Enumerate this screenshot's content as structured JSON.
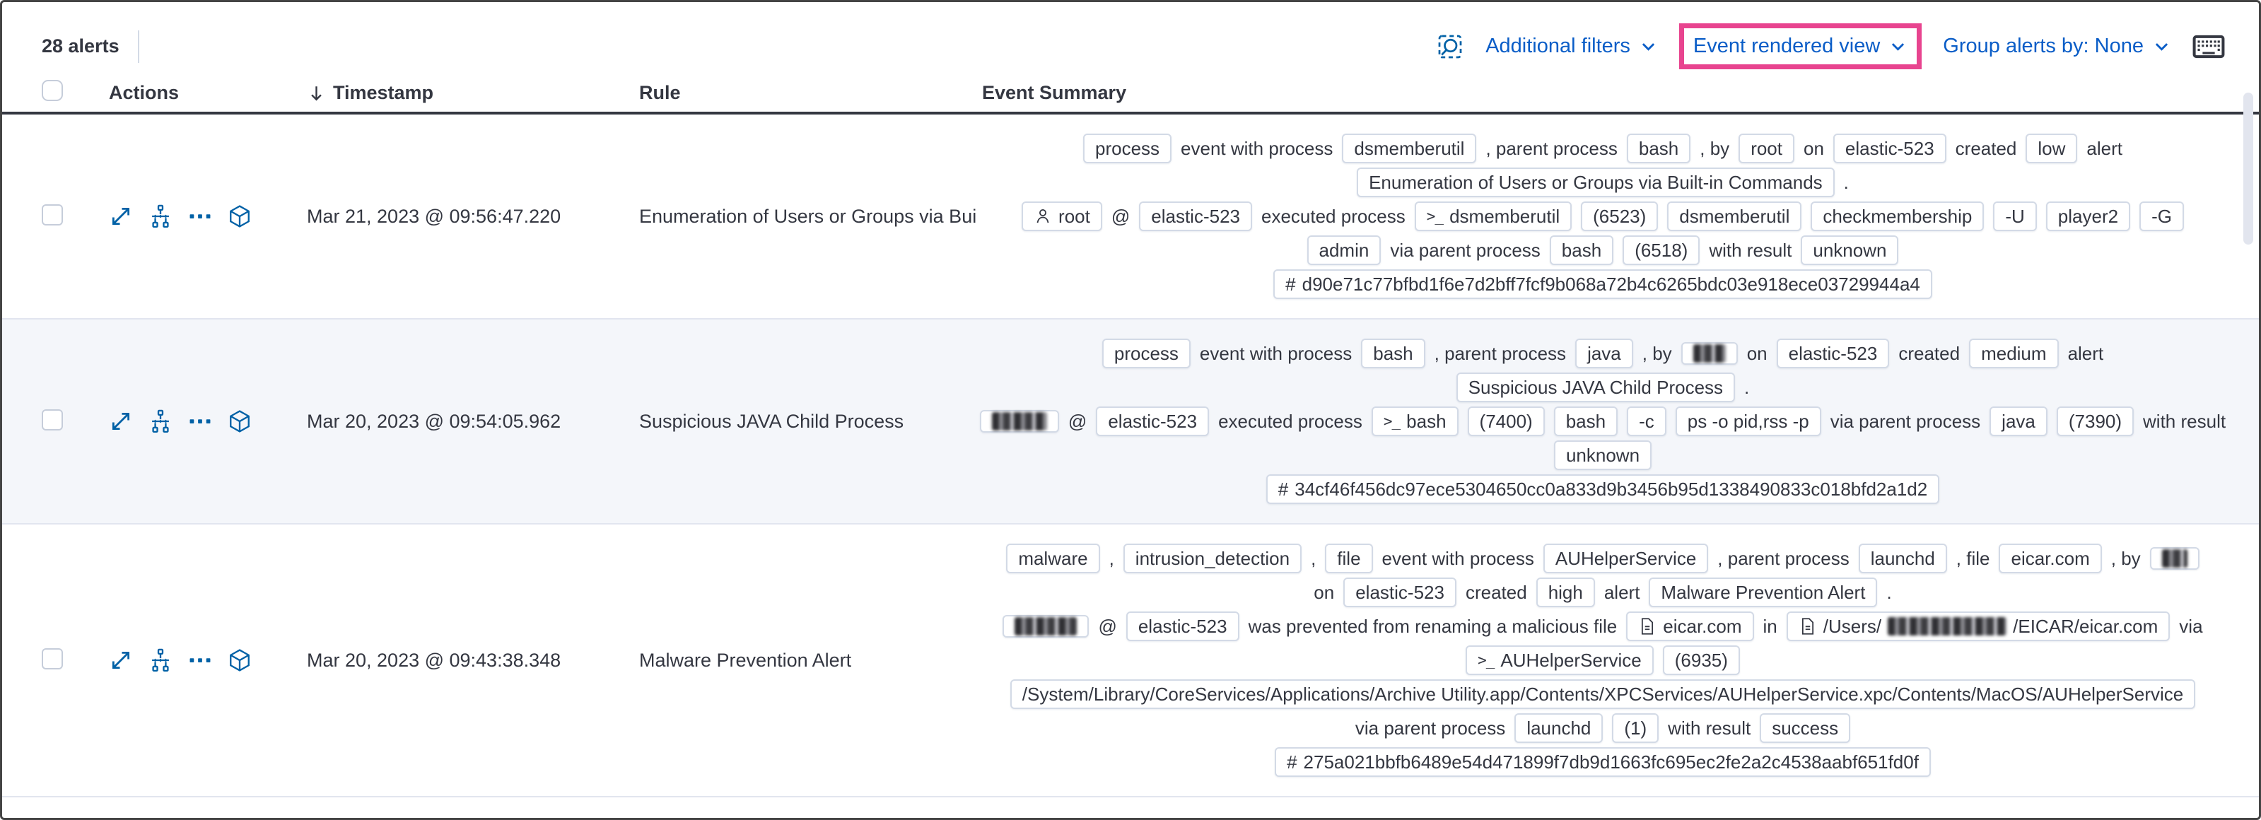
{
  "colors": {
    "link_blue": "#0a5dc7",
    "action_icon_blue": "#0061a6",
    "highlight_pink": "#e8448f",
    "header_rule": "#343741",
    "striped_row_bg": "#f4f6fa"
  },
  "toolbar": {
    "alert_count": "28 alerts",
    "additional_filters": "Additional filters",
    "view_selector": "Event rendered view",
    "group_alerts": "Group alerts by: None"
  },
  "table": {
    "columns": [
      "Actions",
      "Timestamp",
      "Rule",
      "Event Summary"
    ],
    "rows": [
      {
        "striped": false,
        "timestamp": "Mar 21, 2023 @ 09:56:47.220",
        "rule": "Enumeration of Users or Groups via Bui",
        "summary_lines": [
          [
            {
              "type": "badge",
              "chunks": [
                {
                  "v": "process"
                }
              ]
            },
            {
              "type": "text",
              "value": "event with process"
            },
            {
              "type": "badge",
              "chunks": [
                {
                  "v": "dsmemberutil"
                }
              ]
            },
            {
              "type": "text",
              "value": ", parent process"
            },
            {
              "type": "badge",
              "chunks": [
                {
                  "v": "bash"
                }
              ]
            },
            {
              "type": "text",
              "value": ", by"
            },
            {
              "type": "badge",
              "chunks": [
                {
                  "v": "root"
                }
              ]
            },
            {
              "type": "text",
              "value": "on"
            },
            {
              "type": "badge",
              "chunks": [
                {
                  "v": "elastic-523"
                }
              ]
            },
            {
              "type": "text",
              "value": "created"
            },
            {
              "type": "badge",
              "chunks": [
                {
                  "v": "low"
                }
              ]
            },
            {
              "type": "text",
              "value": "alert"
            }
          ],
          [
            {
              "type": "badge",
              "chunks": [
                {
                  "v": "Enumeration of Users or Groups via Built-in Commands"
                }
              ]
            },
            {
              "type": "text",
              "value": "."
            }
          ],
          [
            {
              "type": "badge",
              "icon": "user",
              "chunks": [
                {
                  "v": "root"
                }
              ]
            },
            {
              "type": "text",
              "value": "@"
            },
            {
              "type": "badge",
              "chunks": [
                {
                  "v": "elastic-523"
                }
              ]
            },
            {
              "type": "text",
              "value": "executed process"
            },
            {
              "type": "badge",
              "icon": "terminal",
              "chunks": [
                {
                  "v": "dsmemberutil"
                }
              ]
            },
            {
              "type": "badge",
              "chunks": [
                {
                  "v": "(6523)"
                }
              ]
            },
            {
              "type": "badge",
              "chunks": [
                {
                  "v": "dsmemberutil"
                }
              ]
            },
            {
              "type": "badge",
              "chunks": [
                {
                  "v": "checkmembership"
                }
              ]
            },
            {
              "type": "badge",
              "chunks": [
                {
                  "v": "-U"
                }
              ]
            },
            {
              "type": "badge",
              "chunks": [
                {
                  "v": "player2"
                }
              ]
            },
            {
              "type": "badge",
              "chunks": [
                {
                  "v": "-G"
                }
              ]
            }
          ],
          [
            {
              "type": "badge",
              "chunks": [
                {
                  "v": "admin"
                }
              ]
            },
            {
              "type": "text",
              "value": "via parent process"
            },
            {
              "type": "badge",
              "chunks": [
                {
                  "v": "bash"
                }
              ]
            },
            {
              "type": "badge",
              "chunks": [
                {
                  "v": "(6518)"
                }
              ]
            },
            {
              "type": "text",
              "value": "with result"
            },
            {
              "type": "badge",
              "chunks": [
                {
                  "v": "unknown"
                }
              ]
            }
          ],
          [
            {
              "type": "badge",
              "icon": "hash",
              "chunks": [
                {
                  "v": "d90e71c77bfbd1f6e7d2bff7fcf9b068a72b4c6265bdc03e918ece03729944a4"
                }
              ]
            }
          ]
        ]
      },
      {
        "striped": true,
        "timestamp": "Mar 20, 2023 @ 09:54:05.962",
        "rule": "Suspicious JAVA Child Process",
        "summary_lines": [
          [
            {
              "type": "badge",
              "chunks": [
                {
                  "v": "process"
                }
              ]
            },
            {
              "type": "text",
              "value": "event with process"
            },
            {
              "type": "badge",
              "chunks": [
                {
                  "v": "bash"
                }
              ]
            },
            {
              "type": "text",
              "value": ", parent process"
            },
            {
              "type": "badge",
              "chunks": [
                {
                  "v": "java"
                }
              ]
            },
            {
              "type": "text",
              "value": ", by"
            },
            {
              "type": "badge",
              "chunks": [
                {
                  "r": 46
                }
              ]
            },
            {
              "type": "text",
              "value": "on"
            },
            {
              "type": "badge",
              "chunks": [
                {
                  "v": "elastic-523"
                }
              ]
            },
            {
              "type": "text",
              "value": "created"
            },
            {
              "type": "badge",
              "chunks": [
                {
                  "v": "medium"
                }
              ]
            },
            {
              "type": "text",
              "value": "alert"
            }
          ],
          [
            {
              "type": "badge",
              "chunks": [
                {
                  "v": "Suspicious JAVA Child Process"
                }
              ]
            },
            {
              "type": "text",
              "value": "."
            }
          ],
          [
            {
              "type": "badge",
              "chunks": [
                {
                  "r": 78
                }
              ]
            },
            {
              "type": "text",
              "value": "@"
            },
            {
              "type": "badge",
              "chunks": [
                {
                  "v": "elastic-523"
                }
              ]
            },
            {
              "type": "text",
              "value": "executed process"
            },
            {
              "type": "badge",
              "icon": "terminal",
              "chunks": [
                {
                  "v": "bash"
                }
              ]
            },
            {
              "type": "badge",
              "chunks": [
                {
                  "v": "(7400)"
                }
              ]
            },
            {
              "type": "badge",
              "chunks": [
                {
                  "v": "bash"
                }
              ]
            },
            {
              "type": "badge",
              "chunks": [
                {
                  "v": "-c"
                }
              ]
            },
            {
              "type": "badge",
              "chunks": [
                {
                  "v": "ps -o pid,rss -p"
                }
              ]
            },
            {
              "type": "text",
              "value": "via parent process"
            },
            {
              "type": "badge",
              "chunks": [
                {
                  "v": "java"
                }
              ]
            },
            {
              "type": "badge",
              "chunks": [
                {
                  "v": "(7390)"
                }
              ]
            },
            {
              "type": "text",
              "value": "with result"
            }
          ],
          [
            {
              "type": "badge",
              "chunks": [
                {
                  "v": "unknown"
                }
              ]
            }
          ],
          [
            {
              "type": "badge",
              "icon": "hash",
              "chunks": [
                {
                  "v": "34cf46f456dc97ece5304650cc0a833d9b3456b95d1338490833c018bfd2a1d2"
                }
              ]
            }
          ]
        ]
      },
      {
        "striped": false,
        "timestamp": "Mar 20, 2023 @ 09:43:38.348",
        "rule": "Malware Prevention Alert",
        "summary_lines": [
          [
            {
              "type": "badge",
              "chunks": [
                {
                  "v": "malware"
                }
              ]
            },
            {
              "type": "text",
              "value": ","
            },
            {
              "type": "badge",
              "chunks": [
                {
                  "v": "intrusion_detection"
                }
              ]
            },
            {
              "type": "text",
              "value": ","
            },
            {
              "type": "badge",
              "chunks": [
                {
                  "v": "file"
                }
              ]
            },
            {
              "type": "text",
              "value": "event with process"
            },
            {
              "type": "badge",
              "chunks": [
                {
                  "v": "AUHelperService"
                }
              ]
            },
            {
              "type": "text",
              "value": ", parent process"
            },
            {
              "type": "badge",
              "chunks": [
                {
                  "v": "launchd"
                }
              ]
            },
            {
              "type": "text",
              "value": ", file"
            },
            {
              "type": "badge",
              "chunks": [
                {
                  "v": "eicar.com"
                }
              ]
            },
            {
              "type": "text",
              "value": ", by"
            },
            {
              "type": "badge",
              "chunks": [
                {
                  "r": 36
                }
              ]
            }
          ],
          [
            {
              "type": "text",
              "value": "on"
            },
            {
              "type": "badge",
              "chunks": [
                {
                  "v": "elastic-523"
                }
              ]
            },
            {
              "type": "text",
              "value": "created"
            },
            {
              "type": "badge",
              "chunks": [
                {
                  "v": "high"
                }
              ]
            },
            {
              "type": "text",
              "value": "alert"
            },
            {
              "type": "badge",
              "chunks": [
                {
                  "v": "Malware Prevention Alert"
                }
              ]
            },
            {
              "type": "text",
              "value": "."
            }
          ],
          [
            {
              "type": "badge",
              "chunks": [
                {
                  "r": 88
                }
              ]
            },
            {
              "type": "text",
              "value": "@"
            },
            {
              "type": "badge",
              "chunks": [
                {
                  "v": "elastic-523"
                }
              ]
            },
            {
              "type": "text",
              "value": "was prevented from renaming a malicious file"
            },
            {
              "type": "badge",
              "icon": "file",
              "chunks": [
                {
                  "v": "eicar.com"
                }
              ]
            },
            {
              "type": "text",
              "value": "in"
            },
            {
              "type": "badge",
              "icon": "file",
              "chunks": [
                {
                  "v": "/Users/"
                },
                {
                  "r": 168
                },
                {
                  "v": "/EICAR/eicar.com"
                }
              ]
            },
            {
              "type": "text",
              "value": "via"
            }
          ],
          [
            {
              "type": "badge",
              "icon": "terminal",
              "chunks": [
                {
                  "v": "AUHelperService"
                }
              ]
            },
            {
              "type": "badge",
              "chunks": [
                {
                  "v": "(6935)"
                }
              ]
            }
          ],
          [
            {
              "type": "badge",
              "chunks": [
                {
                  "v": "/System/Library/CoreServices/Applications/Archive Utility.app/Contents/XPCServices/AUHelperService.xpc/Contents/MacOS/AUHelperService"
                }
              ]
            }
          ],
          [
            {
              "type": "text",
              "value": "via parent process"
            },
            {
              "type": "badge",
              "chunks": [
                {
                  "v": "launchd"
                }
              ]
            },
            {
              "type": "badge",
              "chunks": [
                {
                  "v": "(1)"
                }
              ]
            },
            {
              "type": "text",
              "value": "with result"
            },
            {
              "type": "badge",
              "chunks": [
                {
                  "v": "success"
                }
              ]
            }
          ],
          [
            {
              "type": "badge",
              "icon": "hash",
              "chunks": [
                {
                  "v": "275a021bbfb6489e54d471899f7db9d1663fc695ec2fe2a2c4538aabf651fd0f"
                }
              ]
            }
          ]
        ]
      }
    ]
  }
}
